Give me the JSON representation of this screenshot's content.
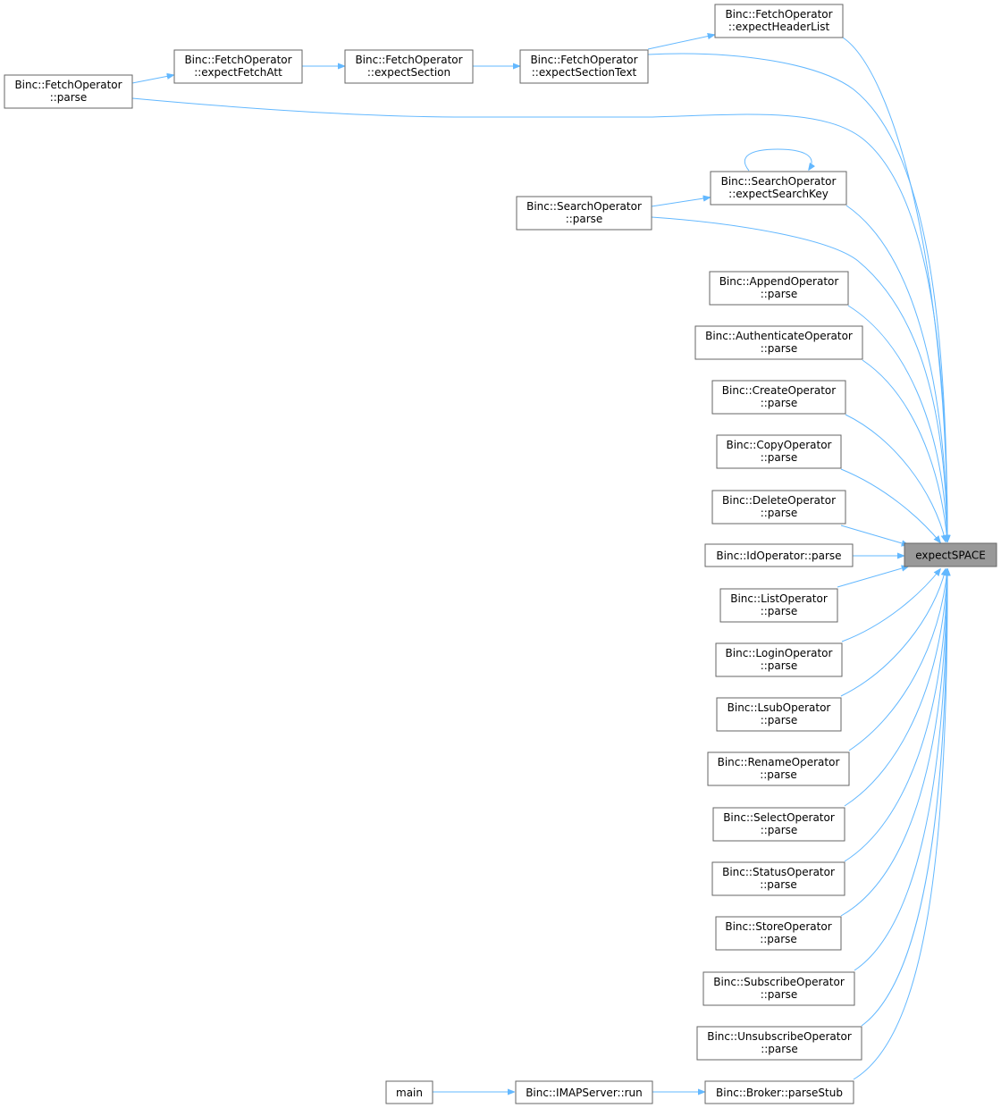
{
  "target": {
    "label": "expectSPACE"
  },
  "callers": [
    {
      "id": "fetch_headerlist",
      "lines": [
        "Binc::FetchOperator",
        "::expectHeaderList"
      ]
    },
    {
      "id": "fetch_sectiontext",
      "lines": [
        "Binc::FetchOperator",
        "::expectSectionText"
      ]
    },
    {
      "id": "fetch_section",
      "lines": [
        "Binc::FetchOperator",
        "::expectSection"
      ]
    },
    {
      "id": "fetch_fetchatt",
      "lines": [
        "Binc::FetchOperator",
        "::expectFetchAtt"
      ]
    },
    {
      "id": "fetch_parse",
      "lines": [
        "Binc::FetchOperator",
        "::parse"
      ]
    },
    {
      "id": "search_key",
      "lines": [
        "Binc::SearchOperator",
        "::expectSearchKey"
      ]
    },
    {
      "id": "search_parse",
      "lines": [
        "Binc::SearchOperator",
        "::parse"
      ]
    },
    {
      "id": "append_parse",
      "lines": [
        "Binc::AppendOperator",
        "::parse"
      ]
    },
    {
      "id": "auth_parse",
      "lines": [
        "Binc::AuthenticateOperator",
        "::parse"
      ]
    },
    {
      "id": "create_parse",
      "lines": [
        "Binc::CreateOperator",
        "::parse"
      ]
    },
    {
      "id": "copy_parse",
      "lines": [
        "Binc::CopyOperator",
        "::parse"
      ]
    },
    {
      "id": "delete_parse",
      "lines": [
        "Binc::DeleteOperator",
        "::parse"
      ]
    },
    {
      "id": "id_parse",
      "lines": [
        "Binc::IdOperator::parse"
      ]
    },
    {
      "id": "list_parse",
      "lines": [
        "Binc::ListOperator",
        "::parse"
      ]
    },
    {
      "id": "login_parse",
      "lines": [
        "Binc::LoginOperator",
        "::parse"
      ]
    },
    {
      "id": "lsub_parse",
      "lines": [
        "Binc::LsubOperator",
        "::parse"
      ]
    },
    {
      "id": "rename_parse",
      "lines": [
        "Binc::RenameOperator",
        "::parse"
      ]
    },
    {
      "id": "select_parse",
      "lines": [
        "Binc::SelectOperator",
        "::parse"
      ]
    },
    {
      "id": "status_parse",
      "lines": [
        "Binc::StatusOperator",
        "::parse"
      ]
    },
    {
      "id": "store_parse",
      "lines": [
        "Binc::StoreOperator",
        "::parse"
      ]
    },
    {
      "id": "subscribe_parse",
      "lines": [
        "Binc::SubscribeOperator",
        "::parse"
      ]
    },
    {
      "id": "unsubscribe_parse",
      "lines": [
        "Binc::UnsubscribeOperator",
        "::parse"
      ]
    },
    {
      "id": "broker_parsestub",
      "lines": [
        "Binc::Broker::parseStub"
      ]
    },
    {
      "id": "imapserver_run",
      "lines": [
        "Binc::IMAPServer::run"
      ]
    },
    {
      "id": "main",
      "lines": [
        "main"
      ]
    }
  ],
  "edges": [
    [
      "fetch_headerlist",
      "target"
    ],
    [
      "fetch_sectiontext",
      "target"
    ],
    [
      "fetch_parse",
      "target"
    ],
    [
      "search_key",
      "target"
    ],
    [
      "search_parse",
      "target"
    ],
    [
      "append_parse",
      "target"
    ],
    [
      "auth_parse",
      "target"
    ],
    [
      "create_parse",
      "target"
    ],
    [
      "copy_parse",
      "target"
    ],
    [
      "delete_parse",
      "target"
    ],
    [
      "id_parse",
      "target"
    ],
    [
      "list_parse",
      "target"
    ],
    [
      "login_parse",
      "target"
    ],
    [
      "lsub_parse",
      "target"
    ],
    [
      "rename_parse",
      "target"
    ],
    [
      "select_parse",
      "target"
    ],
    [
      "status_parse",
      "target"
    ],
    [
      "store_parse",
      "target"
    ],
    [
      "subscribe_parse",
      "target"
    ],
    [
      "unsubscribe_parse",
      "target"
    ],
    [
      "broker_parsestub",
      "target"
    ],
    [
      "fetch_sectiontext",
      "fetch_headerlist"
    ],
    [
      "fetch_section",
      "fetch_sectiontext"
    ],
    [
      "fetch_fetchatt",
      "fetch_section"
    ],
    [
      "fetch_parse",
      "fetch_fetchatt"
    ],
    [
      "search_key",
      "search_key"
    ],
    [
      "search_parse",
      "search_key"
    ],
    [
      "imapserver_run",
      "broker_parsestub"
    ],
    [
      "main",
      "imapserver_run"
    ]
  ],
  "colors": {
    "edge": "#63b8ff",
    "node_border": "#666666",
    "target_fill": "#999999"
  }
}
